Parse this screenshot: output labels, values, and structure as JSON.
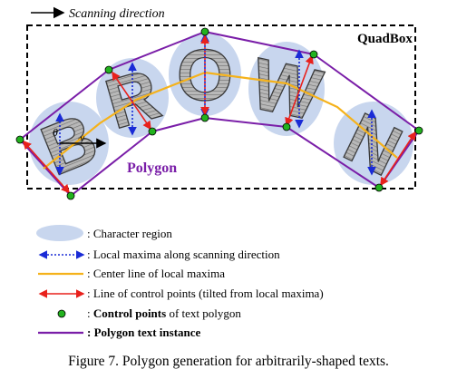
{
  "labels": {
    "scanning_direction": "Scanning direction",
    "quadbox": "QuadBox",
    "polygon": "Polygon",
    "theta": "θ",
    "y_axis": "y"
  },
  "letters": [
    "B",
    "R",
    "O",
    "W",
    "N"
  ],
  "legend": [
    {
      "symbol": "character-region",
      "text": ": Character region"
    },
    {
      "symbol": "local-maxima",
      "text": ": Local maxima along scanning direction"
    },
    {
      "symbol": "center-line",
      "text": ": Center line of local maxima"
    },
    {
      "symbol": "control-line",
      "text": ": Line of control points (tilted from local maxima)"
    },
    {
      "symbol": "control-point",
      "text_bold": "Control points",
      "text_after": " of text polygon",
      "text_before": ": "
    },
    {
      "symbol": "polygon-instance",
      "text": ": Polygon text instance"
    }
  ],
  "caption": "Figure 7. Polygon generation for arbitrarily-shaped texts.",
  "colors": {
    "region": "#c8d6ee",
    "blue_arrow": "#1a2bd6",
    "center_line": "#f5b21b",
    "red_arrow": "#e8211c",
    "control_point": "#22b21e",
    "polygon": "#7a1ea8",
    "quadbox": "#000000",
    "letter_fill": "#a9a9a9",
    "letter_stroke": "#3a3a3a"
  }
}
